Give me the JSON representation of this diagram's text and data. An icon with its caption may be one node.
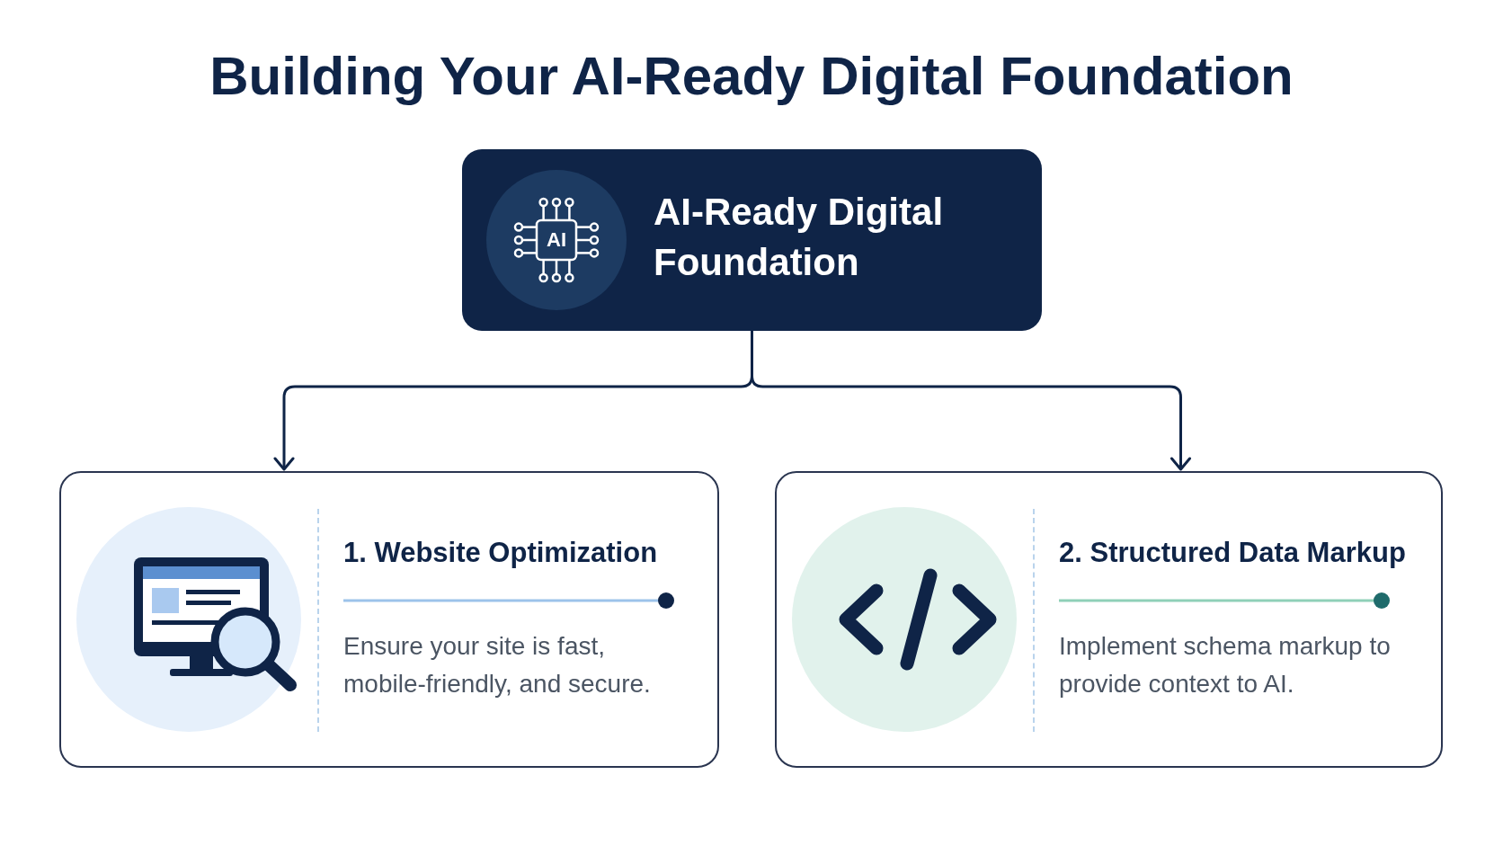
{
  "diagram": {
    "title": "Building Your AI-Ready Digital Foundation",
    "nodes": [
      {
        "text": [
          "AI-Ready Digital Foundation"
        ]
      },
      {
        "text": [
          "1. Website Optimization",
          "Ensure your site is fast, mobile-friendly, and secure."
        ]
      },
      {
        "text": [
          "2. Structured Data Markup",
          "Implement schema markup to provide context to AI."
        ]
      }
    ],
    "edges": [
      {
        "from": 0,
        "to": 1,
        "arrow": "to"
      },
      {
        "from": 0,
        "to": 2,
        "arrow": "to"
      }
    ],
    "labels": [
      "AI"
    ]
  }
}
